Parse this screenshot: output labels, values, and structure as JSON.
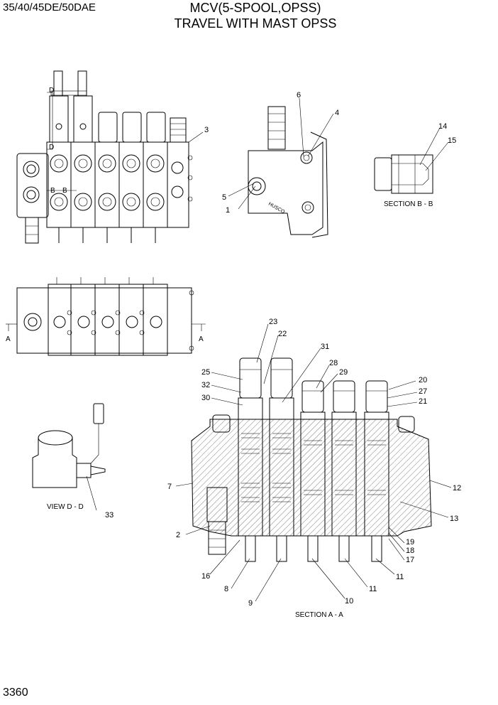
{
  "header": {
    "model": "35/40/45DE/50DAE",
    "title_line1": "MCV(5-SPOOL,OPSS)",
    "title_line2": "TRAVEL WITH MAST OPSS"
  },
  "page_number": "3360",
  "views": {
    "section_bb": "SECTION B - B",
    "view_dd": "VIEW D - D",
    "section_aa": "SECTION A - A"
  },
  "markers": {
    "d_upper": "D",
    "d_lower": "D",
    "b_left": "B",
    "b_right": "B",
    "a_left": "A",
    "a_right": "A"
  },
  "stamp": "HUSCO",
  "callouts": [
    "1",
    "2",
    "3",
    "4",
    "5",
    "6",
    "7",
    "8",
    "9",
    "10",
    "11",
    "11",
    "12",
    "13",
    "14",
    "15",
    "16",
    "17",
    "18",
    "19",
    "20",
    "21",
    "22",
    "23",
    "25",
    "27",
    "28",
    "29",
    "30",
    "31",
    "32",
    "33"
  ],
  "colors": {
    "line": "#000000",
    "background": "#ffffff"
  }
}
